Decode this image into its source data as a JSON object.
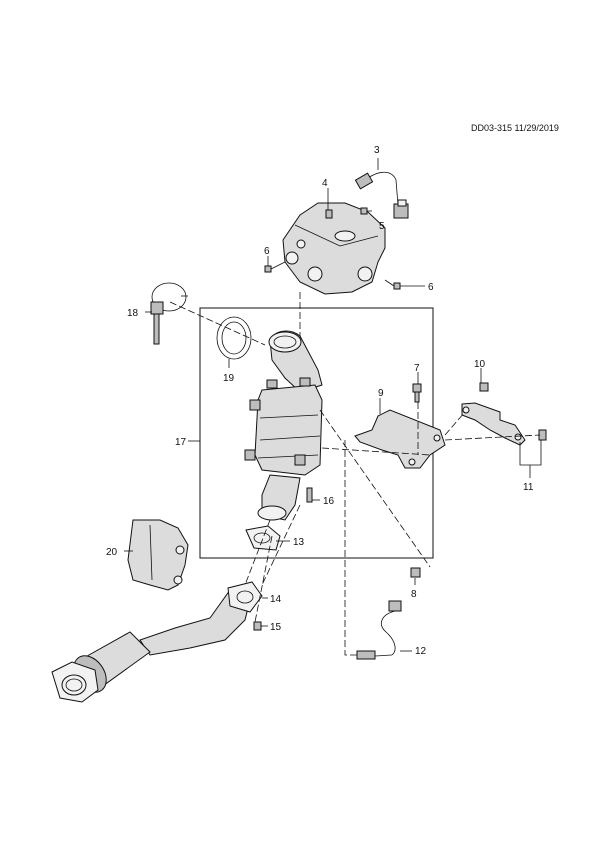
{
  "header": {
    "doc_code": "DD03-315 11/29/2019"
  },
  "callouts": {
    "c3": "3",
    "c4": "4",
    "c5": "5",
    "c6a": "6",
    "c6b": "6",
    "c7": "7",
    "c8": "8",
    "c9": "9",
    "c10": "10",
    "c11": "11",
    "c12": "12",
    "c13": "13",
    "c14": "14",
    "c15": "15",
    "c16": "16",
    "c17": "17",
    "c18": "18",
    "c19": "19",
    "c20": "20"
  }
}
